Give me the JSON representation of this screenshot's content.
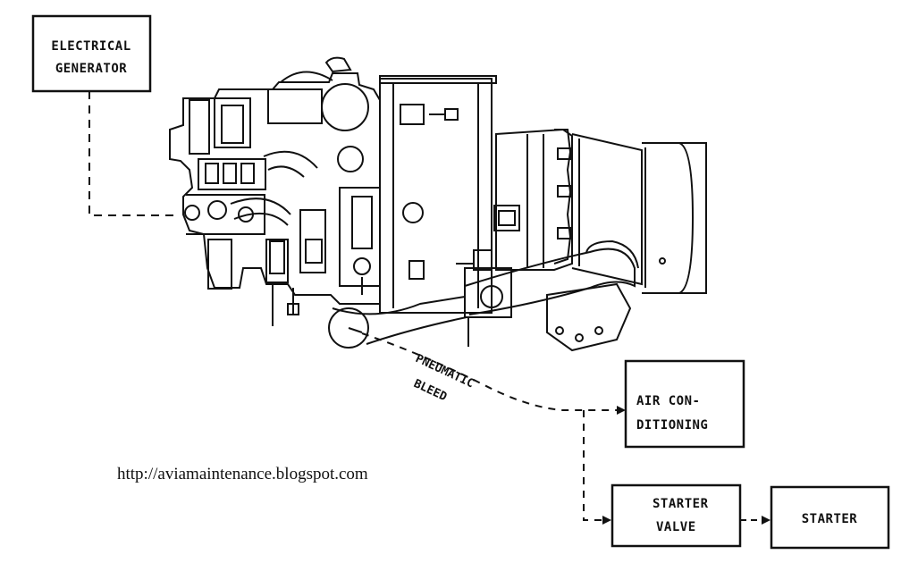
{
  "boxes": {
    "generator": [
      "ELECTRICAL",
      "GENERATOR"
    ],
    "air_conditioning": [
      "AIR CON-",
      "DITIONING"
    ],
    "starter_valve": [
      "STARTER",
      "VALVE"
    ],
    "starter": [
      "STARTER"
    ]
  },
  "bleed_label": [
    "PNEUMATIC",
    "BLEED"
  ],
  "watermark": "http://aviamaintenance.blogspot.com"
}
